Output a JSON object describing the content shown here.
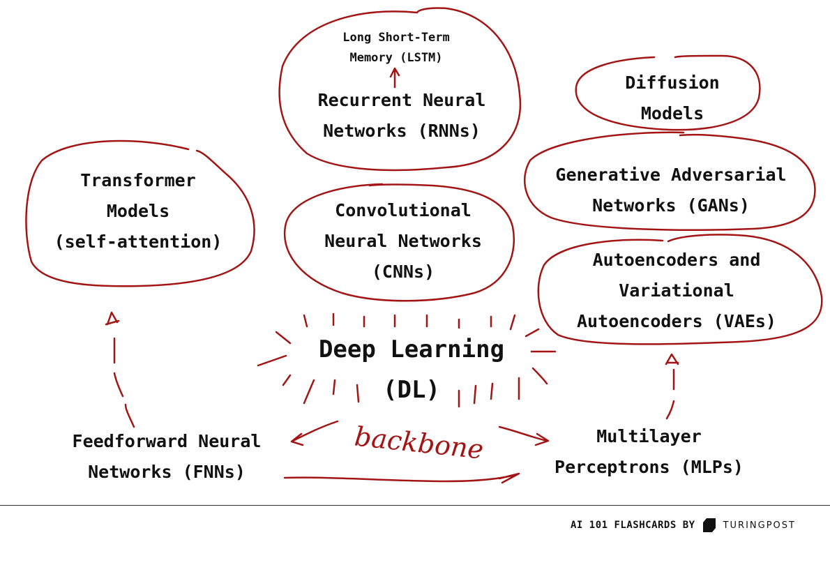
{
  "colors": {
    "ink": "#a31515",
    "text": "#111111",
    "background": "#ffffff"
  },
  "nodes": {
    "lstm": [
      "Long Short-Term",
      "Memory (LSTM)"
    ],
    "rnn": [
      "Recurrent Neural",
      "Networks (RNNs)"
    ],
    "diffusion": [
      "Diffusion",
      "Models"
    ],
    "transformer": [
      "Transformer",
      "Models",
      "(self-attention)"
    ],
    "cnn": [
      "Convolutional",
      "Neural Networks",
      "(CNNs)"
    ],
    "gan": [
      "Generative Adversarial",
      "Networks (GANs)"
    ],
    "vae": [
      "Autoencoders and",
      "Variational",
      "Autoencoders (VAEs)"
    ],
    "dl": [
      "Deep Learning",
      "(DL)"
    ],
    "fnn": [
      "Feedforward Neural",
      "Networks (FNNs)"
    ],
    "mlp": [
      "Multilayer",
      "Perceptrons (MLPs)"
    ]
  },
  "annotation": "backbone",
  "footer": {
    "text": "AI 101 FLASHCARDS BY",
    "brand": "TURINGPOST",
    "logo_icon": "turingpost-logo-icon"
  }
}
